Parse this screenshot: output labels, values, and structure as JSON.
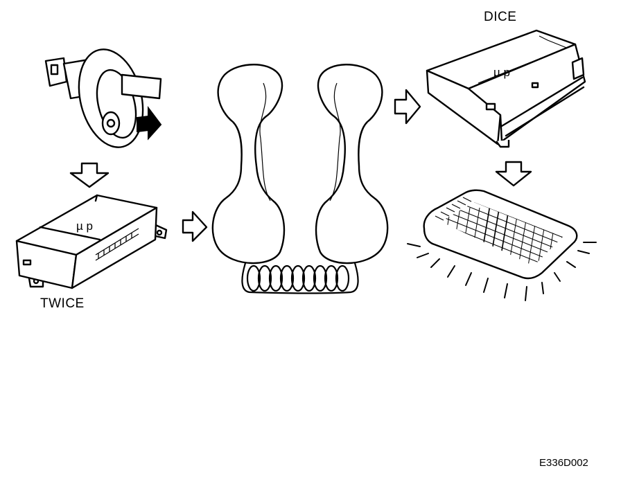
{
  "labels": {
    "twice": "TWICE",
    "dice": "DICE",
    "mu_p_twice": "µ p",
    "mu_p_dice": "µ p",
    "figure_code": "E336D002"
  },
  "icons": {
    "ignition_switch": "ignition-switch-with-key",
    "twice_module": "control-module-box",
    "dice_module": "control-module-box",
    "handsets": "telephone-handsets-with-coiled-cord",
    "display_panel": "illuminated-display-panel",
    "flow_arrow": "hollow-arrow",
    "rotation_arrow": "solid-arrow"
  },
  "colors": {
    "line": "#000000",
    "background": "#ffffff"
  }
}
